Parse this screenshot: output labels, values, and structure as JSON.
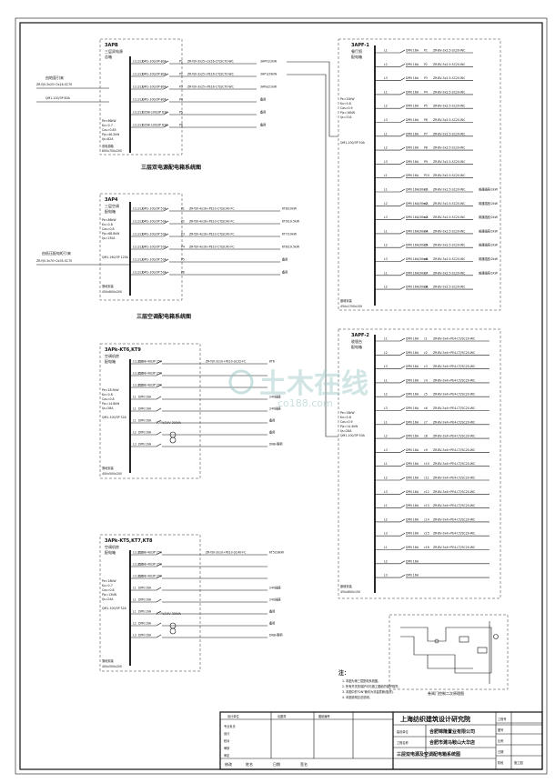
{
  "panels": {
    "p3apb": {
      "code": "3APB",
      "name1": "三层双电源",
      "name2": "总箱",
      "ext1": "由地面引来",
      "ext2": "ZR-YJV-3x25+2x16-SC70",
      "params": [
        "Pe=66kW",
        "Kx=0.7",
        "Cos=0.85",
        "Pjs=46.2kW",
        "Ijs=82A"
      ],
      "incomer": "QM1-100/3P 80A",
      "foot": "双电源箱",
      "foot2": "800x700x200",
      "circuits": [
        {
          "no": "P1",
          "phase": "L1L2L3",
          "brk": "QM1-100/3P-80A",
          "cable": "ZR-YJV-3x25+2x16-CT/SC70-WC",
          "dest": "3APF/22kW"
        },
        {
          "no": "P2",
          "phase": "L1L2L3",
          "brk": "QM1-100/3P-80A",
          "cable": "ZR-YJV-3x25+PE16-CT/SC70-WC",
          "dest": "3AP1/29kW"
        },
        {
          "no": "P3",
          "phase": "L1L2L3",
          "brk": "QM1-100/3P-80A",
          "cable": "ZR-YJV-3x25+PE16-CT/SC70-WC",
          "dest": "3APa/21kW"
        },
        {
          "no": "P4",
          "phase": "L1L2L3",
          "brk": "QM1-100/3P-80A",
          "cable": "",
          "dest": "备用"
        },
        {
          "no": "P5",
          "phase": "L1L2L3",
          "brk": "DZ98-100/3P 63A",
          "cable": "",
          "dest": "备用"
        },
        {
          "no": "P6",
          "phase": "L1L2L3",
          "brk": "DZ98-100/3P 63A",
          "cable": "",
          "dest": "备用"
        }
      ]
    },
    "p3ap4": {
      "code": "3AP4",
      "name1": "三层空调",
      "name2": "配电箱",
      "ext1": "由低压配电柜引来",
      "ext2": "ZR-YJV-3x70+2x35-SC70",
      "params": [
        "Pe=86kW",
        "Kx=0.8",
        "Cos=0.8",
        "Pjs=68.8kW",
        "Ijs=130A"
      ],
      "incomer": "QM1-160/3P 125A",
      "foot": "落地安装",
      "foot2": "450x800x200",
      "circuits": [
        {
          "no": "P1",
          "phase": "L1L2L3",
          "brk": "QM1-100/3P 50A",
          "cable": "ZR-YJV-4x16+PE10-CT/SC40-FC",
          "dest": "KT8/10kW"
        },
        {
          "no": "P2",
          "phase": "L1L2L3",
          "brk": "QM1-100/3P 50A",
          "cable": "ZR-YJV-4x16+PE10-CT/SC40-FC",
          "dest": "KT9/19.5kW"
        },
        {
          "no": "P3",
          "phase": "L1L2L3",
          "brk": "QM1-100/3P 50A",
          "cable": "ZR-YJV-4x16+PE10-CT/SC40-FC",
          "dest": "KT7/19kW"
        },
        {
          "no": "P4",
          "phase": "L1L2L3",
          "brk": "QM1-100/3P 50A",
          "cable": "ZR-YJV-4x16+PE10-CT/SC40-FC",
          "dest": "KT8/19.5kW"
        },
        {
          "no": "P5",
          "phase": "L1L2L3",
          "brk": "QM1-100/3P 50A",
          "cable": "",
          "dest": "备用"
        },
        {
          "no": "P6",
          "phase": "L1L2L3",
          "brk": "QM1-100/3P 50A",
          "cable": "",
          "dest": "备用"
        }
      ]
    },
    "p3apk1": {
      "code": "3APk-KT6,KT9",
      "name1": "空调机房",
      "name2": "配电箱",
      "params": [
        "Pe=18.5kW",
        "Kx=0.8",
        "Cos=0.8",
        "Pjs=14.8kW",
        "Ijs=28A"
      ],
      "incomer": "QM1-100/3P 32A",
      "foot": "落地安装",
      "foot2": "400x500x200",
      "rows": [
        {
          "phase": "L1L2L3",
          "brk": "DZ98-40/3P 25A",
          "cable": "ZR-YJV-3x10+PE10-SC32-FC",
          "dest": "KT6"
        },
        {
          "phase": "L1L2L3",
          "brk": "DZ98-40/3P 25A",
          "cable": "",
          "dest": ""
        },
        {
          "phase": "L1L2L3",
          "brk": "DZ98-40/3P 25A",
          "cable": "",
          "dest": ""
        },
        {
          "phase": "L1",
          "brk": "DPN 16A",
          "cable": "",
          "dest": "24V插座"
        },
        {
          "phase": "L1",
          "brk": "DPN 16A",
          "cable": "",
          "dest": "24V插座"
        },
        {
          "phase": "L1",
          "brk": "DPN 16A",
          "cable": "",
          "dest": "备用"
        },
        {
          "phase": "L2",
          "brk": "DPN 16A",
          "cable": "",
          "dest": "备用"
        },
        {
          "phase": "L3",
          "brk": "DPN 16A",
          "cable": "",
          "dest": "DN8-照明"
        }
      ],
      "transformer": "220V/24V 300VA"
    },
    "p3apk2": {
      "code": "3APk-KT5,KT7,KT8",
      "name1": "空调机房",
      "name2": "配电箱",
      "params": [
        "Pe=18kW",
        "Kx=0.7",
        "Cos=0.8",
        "Pjs=13kW",
        "Ijs=24A"
      ],
      "incomer": "QM1-100/3P 32A",
      "foot": "落地安装",
      "foot2": "400x500x200",
      "rows": [
        {
          "phase": "L1L2L3",
          "brk": "DZ98-40/3P 25A",
          "cable": "ZR-YJV-3x10+PE10-SC40-FC",
          "dest": "KT5/18kW"
        },
        {
          "phase": "L1L2L3",
          "brk": "DZ98-40/3P 25A",
          "cable": "",
          "dest": ""
        },
        {
          "phase": "L1L2L3",
          "brk": "DZ98-40/3P 25A",
          "cable": "",
          "dest": ""
        },
        {
          "phase": "L1",
          "brk": "DPN 16A",
          "cable": "",
          "dest": "24V插座"
        },
        {
          "phase": "L1",
          "brk": "DPN 16A",
          "cable": "",
          "dest": "24V插座"
        },
        {
          "phase": "L1",
          "brk": "DPN 16A",
          "cable": "",
          "dest": "备用"
        },
        {
          "phase": "L2",
          "brk": "DPN 16A",
          "cable": "",
          "dest": "备用"
        },
        {
          "phase": "L3",
          "brk": "DPN 16A",
          "cable": "",
          "dest": "DN8-照明"
        }
      ],
      "transformer": "220V/24V 300VA"
    },
    "p3apf1": {
      "code": "3APF-1",
      "name1": "餐厅照",
      "name2": "配电箱",
      "params": [
        "Pe=20kW",
        "Kx=0.8",
        "Cos=0.9",
        "Pjs=16kW",
        "Ijs=31A"
      ],
      "incomer": "QM1-100/3P 50A",
      "foot": "嵌墙安装",
      "foot2": "450x1700x150",
      "circuits": [
        {
          "ph": "L1",
          "no": "P1",
          "brk": "DPN 16A",
          "cable": "ZR-BV-3x2.5-SC20-WC",
          "dest": ""
        },
        {
          "ph": "L2",
          "no": "P2",
          "brk": "DPN 16A",
          "cable": "ZR-BV-3x2.5-SC20-WC",
          "dest": ""
        },
        {
          "ph": "L3",
          "no": "P3",
          "brk": "DPN 16A",
          "cable": "ZR-BV-3x2.5-SC20-WC",
          "dest": ""
        },
        {
          "ph": "L1",
          "no": "P4",
          "brk": "DPN 16A",
          "cable": "ZR-BV-3x2.5-SC20-WC",
          "dest": ""
        },
        {
          "ph": "L2",
          "no": "P5",
          "brk": "DPN 16A",
          "cable": "ZR-BV-3x2.5-SC20-WC",
          "dest": ""
        },
        {
          "ph": "L3",
          "no": "P6",
          "brk": "DPN 16A",
          "cable": "ZR-BV-3x2.5-SC20-WC",
          "dest": ""
        },
        {
          "ph": "L1",
          "no": "P7",
          "brk": "DPN 16A",
          "cable": "ZR-BV-3x2.5-SC20-WC",
          "dest": ""
        },
        {
          "ph": "L2",
          "no": "P8",
          "brk": "DPN 16A",
          "cable": "ZR-BV-3x2.5-SC20-WC",
          "dest": ""
        },
        {
          "ph": "L3",
          "no": "P9",
          "brk": "DPN 16A",
          "cable": "ZR-BV-3x2.5-SC20-WC",
          "dest": ""
        },
        {
          "ph": "L1",
          "no": "P10",
          "brk": "DPN 16A",
          "cable": "ZR-BV-3x2.5-SC20-WC",
          "dest": ""
        },
        {
          "ph": "L1",
          "no": "c1",
          "brk": "DPN 16A/30mA",
          "cable": "ZR-BV-3x2.5-SC20-WC",
          "dest": "普通插座/2kW"
        },
        {
          "ph": "L2",
          "no": "c2",
          "brk": "DPN 16A/30mA",
          "cable": "ZR-BV-3x2.5-SC20-WC",
          "dest": "普通插座/2kW"
        },
        {
          "ph": "L3",
          "no": "c3",
          "brk": "DPN 16A/30mA",
          "cable": "ZR-BV-3x2.5-SC20-WC",
          "dest": "普通插座/2kW"
        },
        {
          "ph": "L1",
          "no": "c4",
          "brk": "DPN 16A/30mA",
          "cable": "ZR-BV-3x2.5-SC20-WC",
          "dest": "普通插座/2kW"
        },
        {
          "ph": "L2",
          "no": "c5",
          "brk": "DPN 16A/30mA",
          "cable": "ZR-BV-3x2.5-SC20-WC",
          "dest": "普通插座/2kW"
        },
        {
          "ph": "L3",
          "no": "c6",
          "brk": "DPN 16A/30mA",
          "cable": "ZR-BV-3x2.5-SC20-WC",
          "dest": "普通插座/2kW"
        },
        {
          "ph": "L1",
          "no": "c7",
          "brk": "DPN 16A/30mA",
          "cable": "ZR-BV-3x2.5-SC20-WC",
          "dest": "普通插座/2kW"
        },
        {
          "ph": "L2",
          "no": "c8",
          "brk": "DPN 16A/30mA",
          "cable": "ZR-BV-3x2.5-SC20-WC",
          "dest": ""
        }
      ]
    },
    "p3apf2": {
      "code": "3APF-2",
      "name1": "收银台",
      "name2": "配电箱",
      "params": [
        "Pe=18kW",
        "Kx=0.8",
        "Cos=0.9",
        "Pjs=14.4kW",
        "Ijs=28A"
      ],
      "incomer": "QM1-100/3P 50A",
      "foot": "嵌墙安装",
      "foot2": "450x800x150",
      "circuits": [
        {
          "ph": "L1",
          "no": "c1",
          "brk": "DPN 16A",
          "cable": "ZR-BV-3x4+PE4-CT/SC20-WC",
          "dest": ""
        },
        {
          "ph": "L2",
          "no": "c2",
          "brk": "DPN 16A",
          "cable": "ZR-BV-3x4+PE4-CT/SC20-WC",
          "dest": ""
        },
        {
          "ph": "L3",
          "no": "c3",
          "brk": "DPN 16A",
          "cable": "ZR-BV-3x4+PE4-CT/SC20-WC",
          "dest": ""
        },
        {
          "ph": "L1",
          "no": "c4",
          "brk": "DPN 16A",
          "cable": "ZR-BV-3x4+PE4-CT/SC20-WC",
          "dest": ""
        },
        {
          "ph": "L2",
          "no": "c5",
          "brk": "DPN 16A",
          "cable": "ZR-BV-3x4+PE4-CT/SC20-WC",
          "dest": ""
        },
        {
          "ph": "L3",
          "no": "c6",
          "brk": "DPN 16A",
          "cable": "ZR-BV-3x4+PE4-CT/SC20-WC",
          "dest": ""
        },
        {
          "ph": "L1",
          "no": "c7",
          "brk": "DPN 16A",
          "cable": "ZR-BV-3x4+PE4-CT/SC20-WC",
          "dest": ""
        },
        {
          "ph": "L2",
          "no": "c8",
          "brk": "DPN 16A",
          "cable": "ZR-BV-3x4+PE4-CT/SC20-WC",
          "dest": ""
        },
        {
          "ph": "L3",
          "no": "c9",
          "brk": "DPN 16A",
          "cable": "ZR-BV-3x4+PE4-CT/SC20-WC",
          "dest": ""
        },
        {
          "ph": "L1",
          "no": "c10",
          "brk": "DPN 16A",
          "cable": "ZR-BV-3x4+PE4-CT/SC20-WC",
          "dest": ""
        },
        {
          "ph": "L2",
          "no": "c11",
          "brk": "DPN 16A",
          "cable": "ZR-BV-3x4+PE4-CT/SC20-WC",
          "dest": ""
        },
        {
          "ph": "L3",
          "no": "c12",
          "brk": "DPN 16A",
          "cable": "ZR-BV-3x4+PE4-CT/SC20-WC",
          "dest": ""
        },
        {
          "ph": "L1",
          "no": "c13",
          "brk": "DPN 16A",
          "cable": "ZR-BV-3x4+PE4-CT/SC20-WC",
          "dest": ""
        },
        {
          "ph": "L2",
          "no": "c14",
          "brk": "DPN 16A",
          "cable": "ZR-BV-3x4+PE4-CT/SC20-WC",
          "dest": ""
        },
        {
          "ph": "L3",
          "no": "c15",
          "brk": "DPN 16A",
          "cable": "ZR-BV-3x4+PE4-CT/SC20-WC",
          "dest": ""
        },
        {
          "ph": "L1",
          "no": "c16",
          "brk": "DPN 16A",
          "cable": "ZR-BV-3x4+PE4-CT/SC20-WC",
          "dest": ""
        },
        {
          "ph": "L2",
          "no": "",
          "brk": "DPN 16A",
          "cable": "",
          "dest": ""
        },
        {
          "ph": "L3",
          "no": "",
          "brk": "DPN 16A",
          "cable": "",
          "dest": ""
        }
      ]
    }
  },
  "captions": {
    "c1": "三层双电源配电箱系统图",
    "c2": "三层空调配电箱系统图",
    "c3": "卷闸门控制二次原理图"
  },
  "notes": {
    "title": "注：",
    "lines": [
      "1. 本图为第三层配电系统图。",
      "2. 所有开关的保护均与施工图纸的保护相符。",
      "3. 本图中的\"DN\"管均为非金属管(阻燃).",
      "4. 本图说明见总说明。"
    ]
  },
  "watermark": {
    "main": "土木在线",
    "sub": "co188.com"
  },
  "title_block": {
    "institute": "上海纺织建筑设计研究院",
    "client_label": "建设单位",
    "client": "合肥锦隆置业有限公司",
    "project_label": "工程名称",
    "project": "合肥市濉马鞍山大华店",
    "drawing": "三层双电源及空调配电箱系统图",
    "left_cells": [
      "专业负责",
      "设计",
      "校对",
      "审核",
      "审定"
    ],
    "mid_head": [
      "设计单位",
      "出图章",
      "图纸编号"
    ],
    "right_labels": [
      "工程号",
      "图号",
      "比例",
      "日期",
      "阶段"
    ],
    "right_values": [
      "",
      "",
      "",
      "",
      "施工图"
    ],
    "bottom_cells": [
      "修改",
      "姓名",
      "日期",
      "签名"
    ]
  }
}
